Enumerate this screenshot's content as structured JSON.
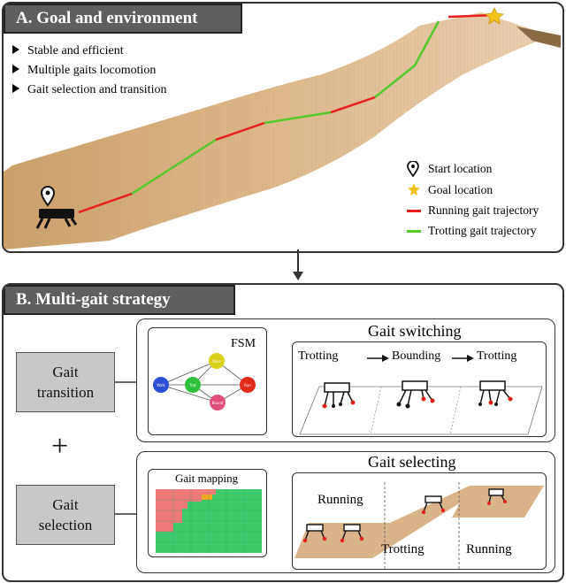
{
  "panel_a": {
    "header": "A.  Goal and environment",
    "bullets": [
      "Stable and efficient",
      "Multiple gaits locomotion",
      "Gait selection and transition"
    ],
    "legend": {
      "start": "Start location",
      "goal": "Goal location",
      "running": "Running gait trajectory",
      "trotting": "Trotting gait trajectory"
    }
  },
  "panel_b": {
    "header": "B.   Multi-gait strategy",
    "gait_transition": "Gait transition",
    "gait_selection": "Gait selection",
    "plus": "+",
    "fsm": {
      "label": "FSM",
      "nodes": [
        "Walk",
        "Trot",
        "Pace",
        "Bound",
        "Run"
      ]
    },
    "gait_switching": {
      "title": "Gait switching",
      "sequence": [
        "Trotting",
        "Bounding",
        "Trotting"
      ]
    },
    "gait_mapping": {
      "title": "Gait mapping"
    },
    "gait_selecting": {
      "title": "Gait selecting",
      "labels": [
        "Running",
        "Trotting",
        "Running"
      ]
    }
  },
  "colors": {
    "header_bg": "#5f5f5f",
    "running": "#e8201c",
    "trotting": "#55c92a",
    "terrain": "#d9b488",
    "goal_star": "#f3c21b",
    "box_grey": "#c8c8c8"
  }
}
